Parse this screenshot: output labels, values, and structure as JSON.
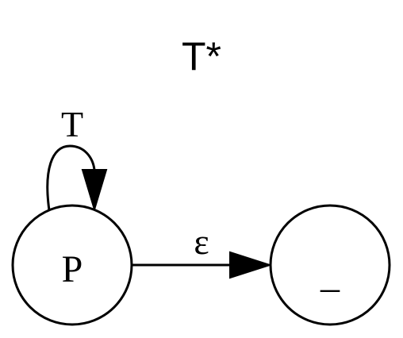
{
  "diagram": {
    "title": "T*",
    "states": [
      {
        "id": "p",
        "label": "P"
      },
      {
        "id": "q",
        "label": "_"
      }
    ],
    "transitions": [
      {
        "from": "p",
        "to": "p",
        "label": "T"
      },
      {
        "from": "p",
        "to": "q",
        "label": "ε"
      }
    ]
  }
}
